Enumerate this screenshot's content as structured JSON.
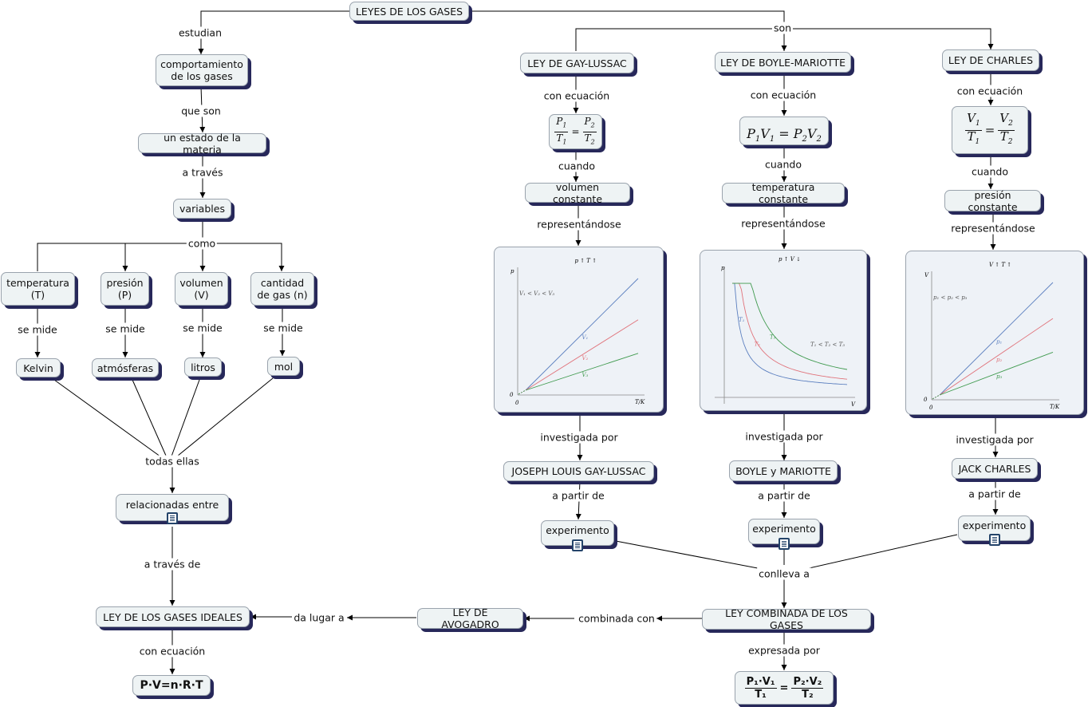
{
  "nodes": {
    "root": "LEYES DE LOS GASES",
    "comportamiento": "comportamiento\nde los gases",
    "estado": "un estado de la materia",
    "variables": "variables",
    "temperatura": "temperatura\n(T)",
    "presion": "presión\n(P)",
    "volumen": "volumen\n(V)",
    "cantidad": "cantidad\nde gas (n)",
    "kelvin": "Kelvin",
    "atmosferas": "atmósferas",
    "litros": "litros",
    "mol": "mol",
    "relacionadas": "relacionadas entre sí",
    "ideales": "LEY DE LOS GASES IDEALES",
    "pvnrt": "P·V=n·R·T",
    "gay": "LEY DE GAY-LUSSAC",
    "boyle": "LEY DE BOYLE-MARIOTTE",
    "charles": "LEY DE CHARLES",
    "vol_const": "volumen constante",
    "temp_const": "temperatura constante",
    "pres_const": "presión constante",
    "joseph": "JOSEPH LOUIS GAY-LUSSAC",
    "boyle_mariotte": "BOYLE y MARIOTTE",
    "jack": "JACK CHARLES",
    "exp1": "experimento",
    "exp2": "experimento",
    "exp3": "experimento",
    "combinada": "LEY COMBINADA DE LOS GASES",
    "avogadro": "LEY DE AVOGADRO"
  },
  "links": {
    "estudian": "estudian",
    "que_son": "que son",
    "a_traves": "a través",
    "como": "como",
    "se_mide_1": "se mide",
    "se_mide_2": "se mide",
    "se_mide_3": "se mide",
    "se_mide_4": "se mide",
    "todas_ellas": "todas ellas",
    "a_traves_de": "a través de",
    "con_ecuacion_ideal": "con ecuación",
    "da_lugar": "da lugar a",
    "combinada_con": "combinada con",
    "expresada_por": "expresada por",
    "conlleva": "conlleva a",
    "son": "son",
    "con_ecuacion_1": "con ecuación",
    "con_ecuacion_2": "con ecuación",
    "con_ecuacion_3": "con ecuación",
    "cuando_1": "cuando",
    "cuando_2": "cuando",
    "cuando_3": "cuando",
    "repr_1": "representándose",
    "repr_2": "representándose",
    "repr_3": "representándose",
    "inv_1": "investigada por",
    "inv_2": "investigada por",
    "inv_3": "investigada por",
    "partir_1": "a partir de",
    "partir_2": "a partir de",
    "partir_3": "a partir de"
  },
  "equations": {
    "gay": {
      "P1": "P",
      "T1": "T",
      "P2": "P",
      "T2": "T",
      "s1": "1",
      "s2": "2"
    },
    "boyle": {
      "text": "P",
      "s1": "1",
      "s2": "2"
    },
    "charles": {
      "V": "V",
      "T": "T",
      "s1": "1",
      "s2": "2"
    },
    "combinada": {
      "num1": "P₁·V₁",
      "den1": "T₁",
      "num2": "P₂·V₂",
      "den2": "T₂",
      "eq": "="
    }
  },
  "colors": {
    "blue": "#5b7fbf",
    "red": "#e0737b",
    "green": "#3f9a4e",
    "shadow": "#27285a",
    "node_bg": "#eef3f4"
  },
  "chart_data": [
    {
      "type": "line",
      "title": "p ↑ T ↑",
      "xlabel": "T/K",
      "ylabel": "p",
      "origin_label": "0",
      "legend": "V₁ < V₂ < V₃",
      "series": [
        {
          "name": "V₁",
          "color": "#5b7fbf",
          "x": [
            0,
            1
          ],
          "y": [
            0,
            1.0
          ]
        },
        {
          "name": "V₂",
          "color": "#e0737b",
          "x": [
            0,
            1
          ],
          "y": [
            0,
            0.63
          ]
        },
        {
          "name": "V₃",
          "color": "#3f9a4e",
          "x": [
            0,
            1
          ],
          "y": [
            0,
            0.33
          ]
        }
      ]
    },
    {
      "type": "line",
      "title": "p ↑ V ↓",
      "xlabel": "V",
      "ylabel": "p",
      "legend": "T₁ < T₂ < T₃",
      "series": [
        {
          "name": "T₁",
          "color": "#5b7fbf",
          "k": 0.06
        },
        {
          "name": "T₂",
          "color": "#e0737b",
          "k": 0.11
        },
        {
          "name": "T₃",
          "color": "#3f9a4e",
          "k": 0.2
        }
      ]
    },
    {
      "type": "line",
      "title": "V ↑ T ↑",
      "xlabel": "T/K",
      "ylabel": "V",
      "origin_label": "0",
      "legend": "p₁ < p₂ < p₃",
      "series": [
        {
          "name": "p₁",
          "color": "#5b7fbf",
          "x": [
            0,
            1
          ],
          "y": [
            0,
            1.0
          ]
        },
        {
          "name": "p₂",
          "color": "#e0737b",
          "x": [
            0,
            1
          ],
          "y": [
            0,
            0.68
          ]
        },
        {
          "name": "p₃",
          "color": "#3f9a4e",
          "x": [
            0,
            1
          ],
          "y": [
            0,
            0.38
          ]
        }
      ]
    }
  ]
}
